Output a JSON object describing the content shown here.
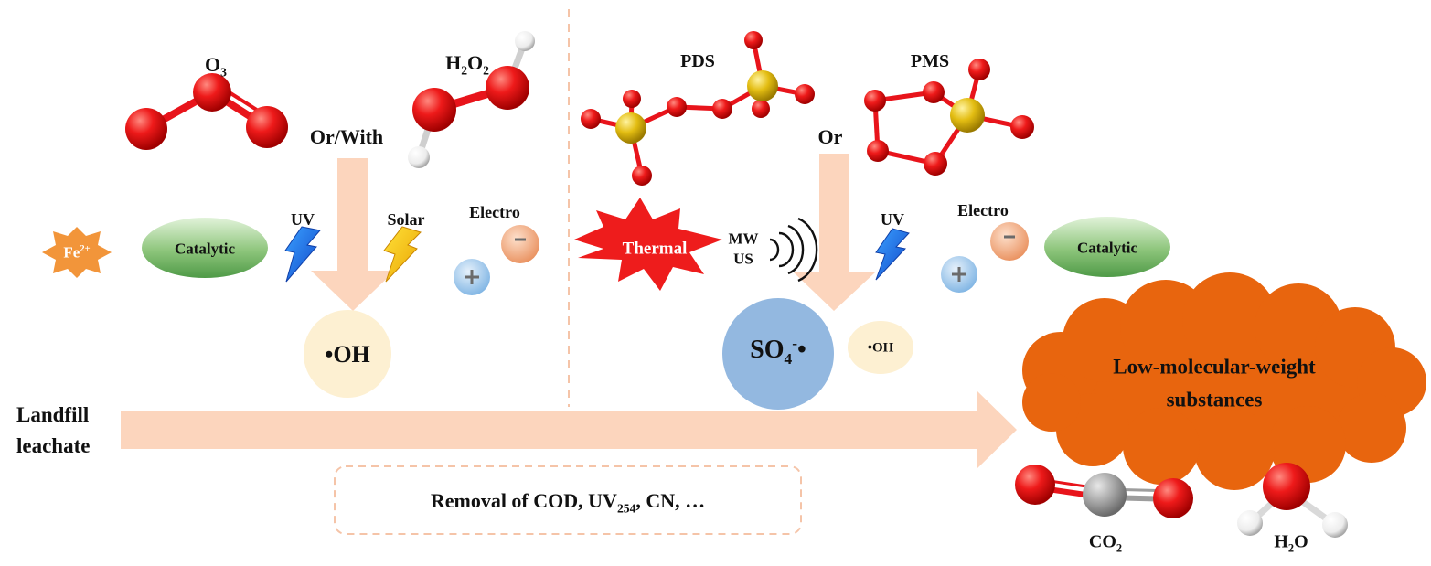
{
  "molecules": {
    "o3": {
      "main": "O",
      "sub": "3"
    },
    "h2o2": {
      "p1": "H",
      "s1": "2",
      "p2": "O",
      "s2": "2"
    },
    "pds": "PDS",
    "pms": "PMS",
    "co2": {
      "main": "CO",
      "sub": "2"
    },
    "h2o": {
      "p1": "H",
      "s1": "2",
      "p2": "O"
    }
  },
  "connectors": {
    "or_with": "Or/With",
    "or": "Or"
  },
  "activators_left": {
    "fe": {
      "main": "Fe",
      "sup": "2+"
    },
    "catalytic": "Catalytic",
    "uv": "UV",
    "solar": "Solar",
    "electro": "Electro"
  },
  "activators_right": {
    "thermal": "Thermal",
    "mw": "MW",
    "us": "US",
    "uv": "UV",
    "electro": "Electro",
    "catalytic": "Catalytic"
  },
  "radicals": {
    "oh_large": "•OH",
    "so4": {
      "main": "SO",
      "sub": "4",
      "sup": "-",
      "dot": "•"
    },
    "oh_small": "•OH"
  },
  "flow": {
    "source_line1": "Landfill",
    "source_line2": "leachate",
    "product_line1": "Low-molecular-weight",
    "product_line2": "substances"
  },
  "removal": {
    "prefix": "Removal of COD, UV",
    "sub": "254",
    "suffix": ", CN, …"
  },
  "colors": {
    "arrow": "#fcd5bd",
    "oxygen": "#e8141b",
    "sulfur": "#d6b20c",
    "hydrogen": "#ffffff",
    "carbon": "#9d9d9d",
    "cloud": "#e8650e",
    "so4_circle": "#93b8e0",
    "oh_circle": "#fdf0d2",
    "catalytic": "#8cc47a",
    "fe_star": "#f2953a",
    "thermal": "#ee1c1c"
  }
}
